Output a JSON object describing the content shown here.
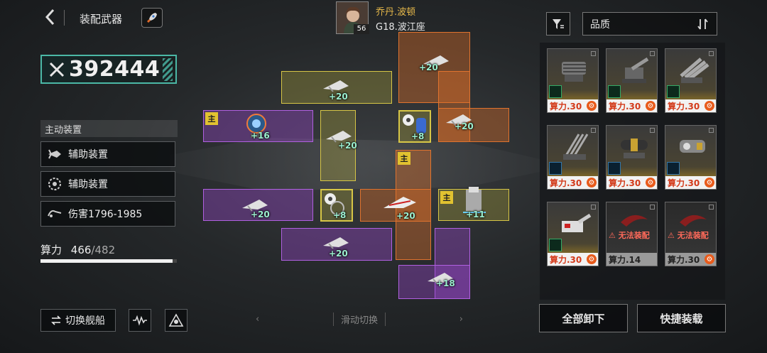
{
  "header": {
    "title": "装配武器"
  },
  "power": {
    "value": "392444"
  },
  "left_panel": {
    "section_label": "主动装置",
    "items": [
      {
        "label": "辅助装置",
        "icon": "fighter-icon"
      },
      {
        "label": "辅助装置",
        "icon": "sawblade-icon"
      },
      {
        "label": "伤害1796-1985",
        "icon": "shield-damage-icon"
      }
    ],
    "compute_label": "算力",
    "compute_used": "466",
    "compute_max": "/482",
    "compute_fraction": 0.967
  },
  "bottom_left": {
    "switch_label": "切换舰船"
  },
  "captain": {
    "name": "乔丹.波顿",
    "level": "56",
    "ship": "G18.波江座"
  },
  "slots": [
    {
      "bonus": "+20",
      "main": ""
    },
    {
      "bonus": "+20",
      "main": ""
    },
    {
      "bonus": "+16",
      "main": "主"
    },
    {
      "bonus": "+20",
      "main": ""
    },
    {
      "bonus": "+8",
      "main": ""
    },
    {
      "bonus": "+20",
      "main": ""
    },
    {
      "bonus": "+20",
      "main": ""
    },
    {
      "bonus": "+8",
      "main": ""
    },
    {
      "bonus": "+20",
      "main": "主"
    },
    {
      "bonus": "+11",
      "main": "主"
    },
    {
      "bonus": "+20",
      "main": ""
    },
    {
      "bonus": "+18",
      "main": ""
    }
  ],
  "swipe_hint": "滑动切换",
  "sort": {
    "selected": "品质"
  },
  "inventory": [
    {
      "cost": "算力.30",
      "warn": ""
    },
    {
      "cost": "算力.30",
      "warn": ""
    },
    {
      "cost": "算力.30",
      "warn": ""
    },
    {
      "cost": "算力.30",
      "warn": ""
    },
    {
      "cost": "算力.30",
      "warn": ""
    },
    {
      "cost": "算力.30",
      "warn": ""
    },
    {
      "cost": "算力.30",
      "warn": ""
    },
    {
      "cost": "算力.14",
      "warn": "无法装配"
    },
    {
      "cost": "算力.30",
      "warn": "无法装配"
    }
  ],
  "actions": {
    "unload_all": "全部卸下",
    "quick_equip": "快捷装载"
  }
}
